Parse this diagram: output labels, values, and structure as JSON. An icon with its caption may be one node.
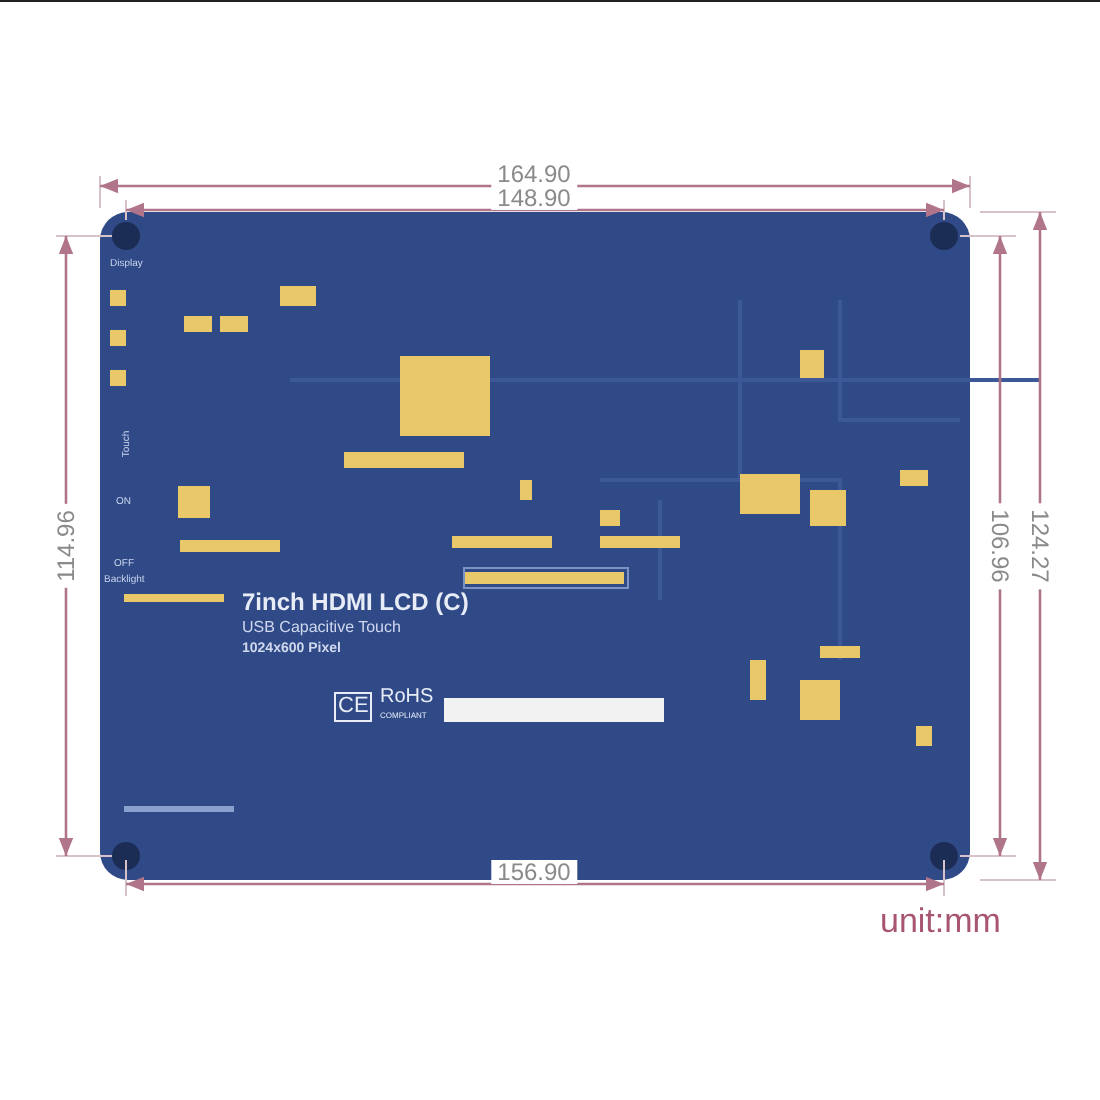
{
  "diagram": {
    "labels": [
      "164.90",
      "148.90",
      "Display",
      "Touch",
      "ON",
      "OFF",
      "Backlight",
      "114.96",
      "106.96",
      "124.27",
      "7inch HDMI LCD (C)",
      "USB Capacitive Touch",
      "1024x600 Pixel",
      "CE",
      "RoHS",
      "COMPLIANT",
      "156.90",
      "unit:mm"
    ]
  }
}
